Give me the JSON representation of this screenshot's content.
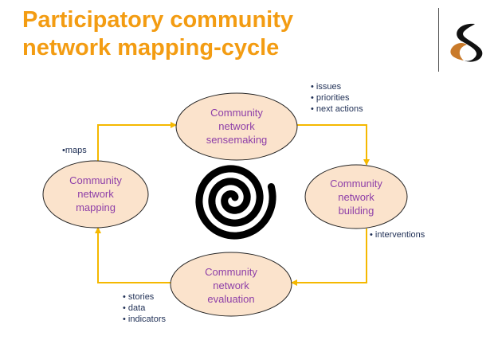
{
  "title": {
    "line1": "Participatory community",
    "line2": "network mapping-cycle"
  },
  "logo": {
    "icon": "s-swoosh-logo"
  },
  "nodes": {
    "mapping": [
      "Community",
      "network",
      "mapping"
    ],
    "sensemaking": [
      "Community",
      "network",
      "sensemaking"
    ],
    "building": [
      "Community",
      "network",
      "building"
    ],
    "evaluation": [
      "Community",
      "network",
      "evaluation"
    ]
  },
  "notes": {
    "mapping": [
      "•maps"
    ],
    "sensemaking": [
      "• issues",
      "• priorities",
      "• next actions"
    ],
    "building": [
      "• interventions"
    ],
    "evaluation": [
      "• stories",
      "• data",
      "• indicators"
    ]
  },
  "colors": {
    "title": "#f39c12",
    "arrow": "#f5b800",
    "ellipse_fill": "#fbe3cc",
    "ellipse_text": "#8e3fa8",
    "note": "#1f2f55"
  }
}
